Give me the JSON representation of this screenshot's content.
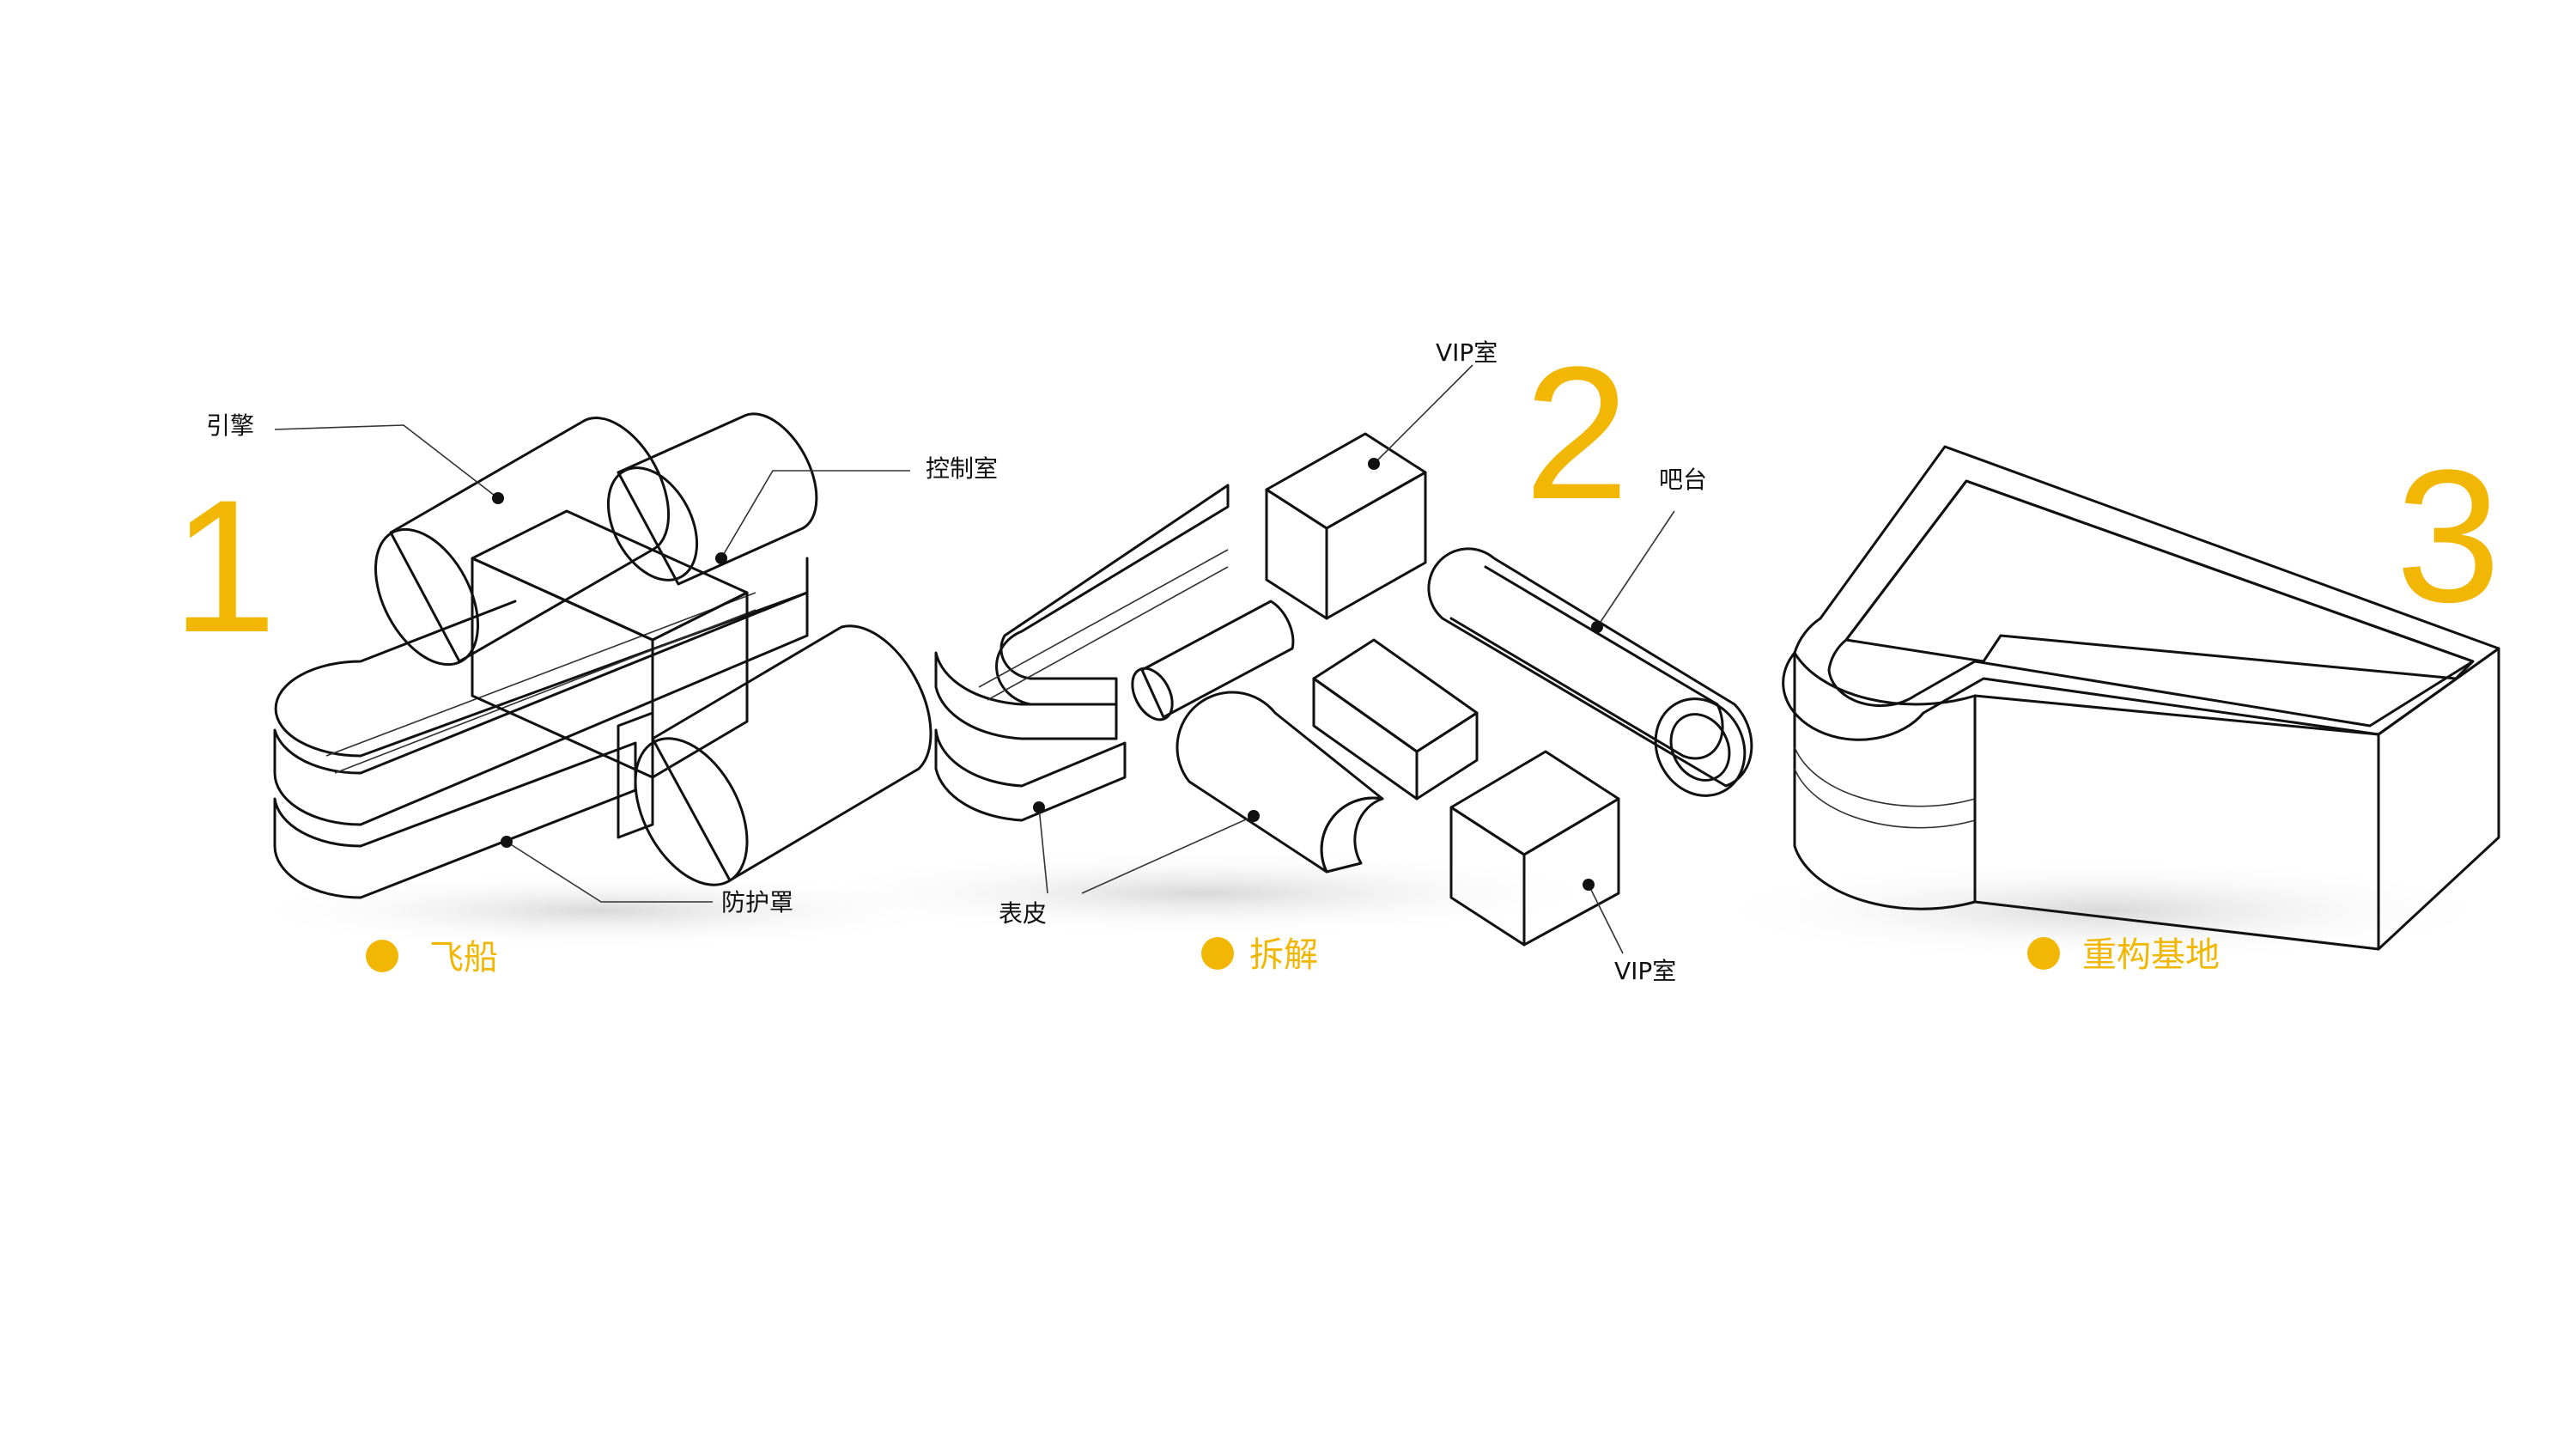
{
  "accent_color": "#F2B705",
  "stages": [
    {
      "number": "1",
      "caption": "飞船",
      "labels": {
        "engine": "引擎",
        "control_room": "控制室",
        "shield": "防护罩"
      }
    },
    {
      "number": "2",
      "caption": "拆解",
      "labels": {
        "vip_top": "VIP室",
        "bar": "吧台",
        "skin": "表皮",
        "vip_bottom": "VIP室"
      }
    },
    {
      "number": "3",
      "caption": "重构基地"
    }
  ]
}
